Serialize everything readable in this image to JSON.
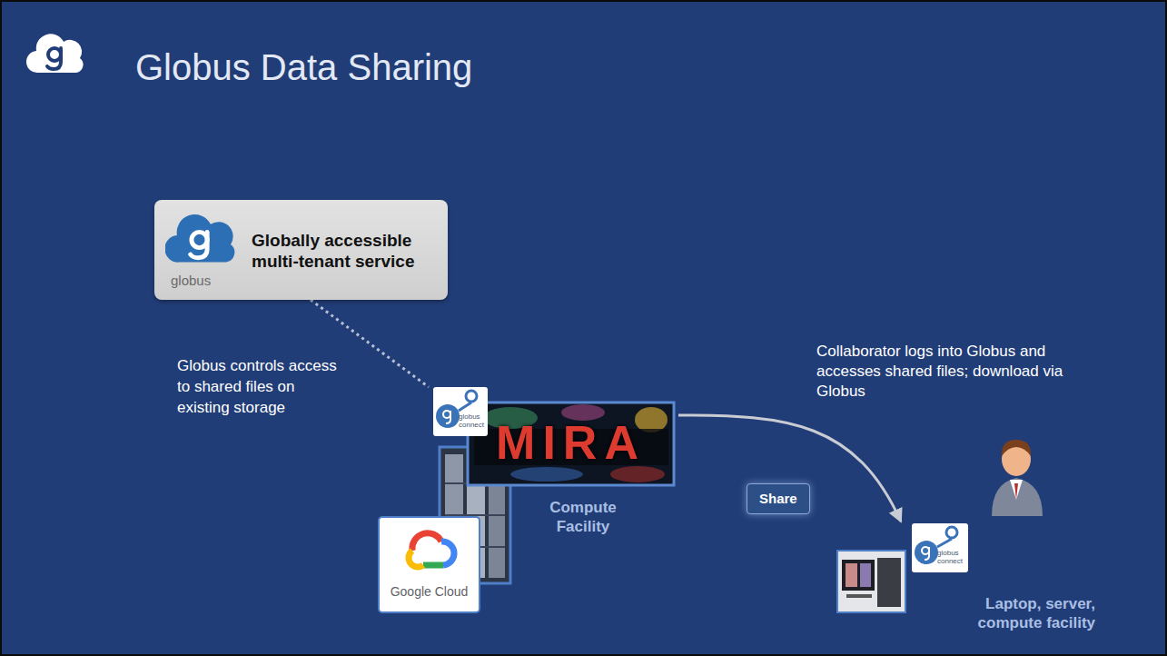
{
  "diagram": {
    "title": "Globus Data Sharing",
    "nodes": [
      {
        "text": [
          "Globally accessible multi-tenant service",
          "globus"
        ]
      },
      {
        "text": [
          "Compute Facility"
        ]
      },
      {
        "text": [
          "Laptop, server, compute facility"
        ]
      }
    ],
    "edges": [
      {
        "from": 0,
        "to": 1,
        "arrow": "none"
      },
      {
        "from": 1,
        "to": 2,
        "label": "Share",
        "arrow": "to"
      }
    ],
    "labels": [
      "Globus controls access to shared files on existing storage",
      "globus connect",
      "MIRA",
      "Google Cloud",
      "Collaborator logs into Globus and accesses shared files; download via Globus",
      "globus connect"
    ]
  }
}
